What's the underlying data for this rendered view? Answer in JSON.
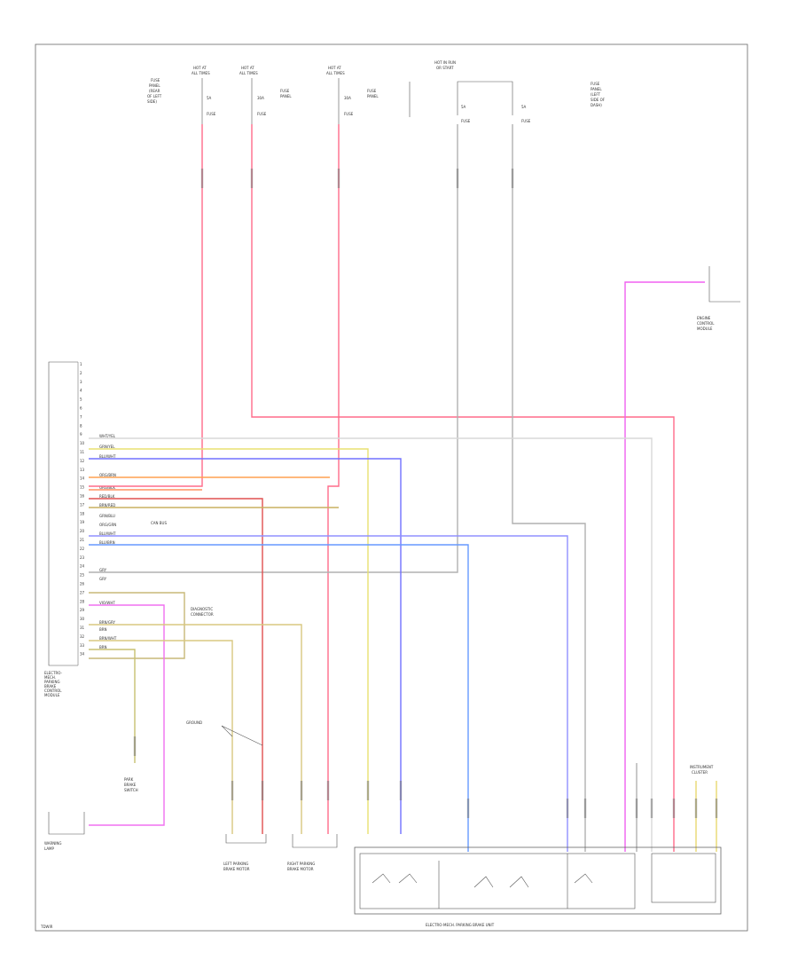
{
  "diagram": {
    "module": {
      "name_lines": [
        "ELECTRO-",
        "MECH.",
        "PARKING",
        "BRAKE",
        "CONTROL",
        "MODULE"
      ],
      "pin_labels": [
        "1",
        "2",
        "3",
        "4",
        "5",
        "6",
        "7",
        "8",
        "9",
        "10",
        "11",
        "12",
        "13",
        "14",
        "15",
        "16",
        "17",
        "18",
        "19",
        "20",
        "21",
        "22",
        "23",
        "24",
        "25",
        "26",
        "27",
        "28",
        "29",
        "30",
        "31",
        "32",
        "33",
        "34"
      ],
      "wire_codes": [
        "WHT/YEL",
        "GRN/YEL",
        "BLU/WHT",
        "ORG/BRN",
        "ORG/BLK",
        "RED/BLK",
        "BRN/RED",
        "GRN/BLU",
        "ORG/GRN",
        "BLU/WHT",
        "BLU/BRN",
        "GRY",
        "GRY",
        "VIO/WHT",
        "BRN/GRY",
        "BRN",
        "BRN/WHT",
        "BRN"
      ]
    },
    "fuses": [
      {
        "id": "f1",
        "lines": [
          "HOT AT",
          "ALL TIMES"
        ],
        "fuse": "FUSE",
        "amp": "5A",
        "side": [
          "FUSE",
          "PANEL",
          "(REAR",
          "OF LEFT",
          "SIDE)"
        ]
      },
      {
        "id": "f2",
        "lines": [
          "HOT AT",
          "ALL TIMES"
        ],
        "fuse": "FUSE",
        "amp": "30A",
        "side": [
          "FUSE",
          "PANEL"
        ]
      },
      {
        "id": "f3",
        "lines": [
          "HOT AT",
          "ALL TIMES"
        ],
        "fuse": "FUSE",
        "amp": "30A",
        "side": [
          "FUSE",
          "PANEL"
        ]
      },
      {
        "id": "f4",
        "lines": [
          "HOT IN RUN",
          "OR START"
        ],
        "fuse": "FUSE",
        "amp": "5A",
        "side": []
      },
      {
        "id": "f5",
        "lines": [
          "HOT IN RUN",
          "OR START"
        ],
        "fuse": "FUSE",
        "amp": "5A",
        "side": [
          "FUSE",
          "PANEL",
          "(LEFT",
          "SIDE OF",
          "DASH)"
        ]
      }
    ],
    "components": {
      "park_brake_switch": [
        "PARK",
        "BRAKE",
        "SWITCH"
      ],
      "ecm": [
        "ENGINE",
        "CONTROL",
        "MODULE"
      ],
      "ground_point": "GROUND",
      "left_motor": [
        "LEFT PARKING",
        "BRAKE MOTOR"
      ],
      "right_motor": [
        "RIGHT PARKING",
        "BRAKE MOTOR"
      ],
      "warning_lamp": [
        "WARNING",
        "LAMP"
      ],
      "gauge": [
        "INSTRUMENT",
        "CLUSTER"
      ],
      "can_label": "CAN BUS",
      "diag_label": [
        "DIAGNOSTIC",
        "CONNECTOR"
      ],
      "bottom_module": "ELECTRO-MECH. PARKING BRAKE UNIT",
      "page_code": "TDWIR"
    }
  }
}
